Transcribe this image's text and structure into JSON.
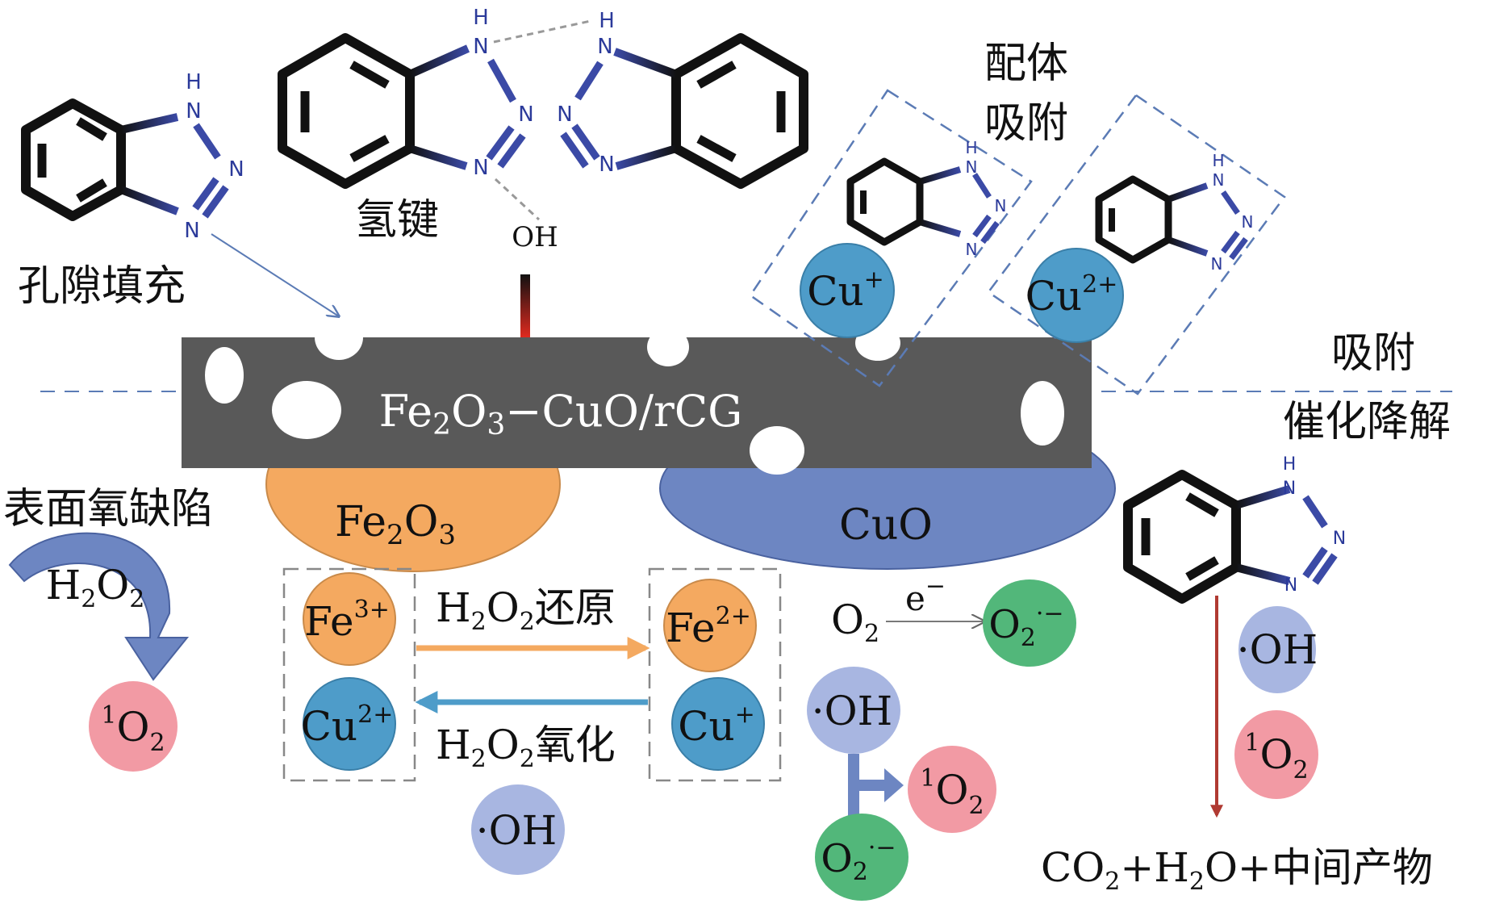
{
  "labels": {
    "pore_filling": "孔隙填充",
    "hydrogen_bond": "氢键",
    "ligand_adsorption_line1": "配体",
    "ligand_adsorption_line2": "吸附",
    "adsorption": "吸附",
    "catalytic_degradation": "催化降解",
    "surface_oxygen_vacancy": "表面氧缺陷",
    "h2o2_reduction": "还原",
    "h2o2_oxidation": "氧化",
    "products_suffix": "中间产物"
  },
  "formulas": {
    "substrate": "Fe2O3−CuO/rCG",
    "fe2o3": "Fe2O3",
    "cuo": "CuO",
    "h2o2": "H2O2",
    "singlet_oxygen": "1O2",
    "hydroxyl_radical": "·OH",
    "superoxide": "O2·−",
    "oxygen": "O2",
    "electron": "e−",
    "fe3": "Fe3+",
    "fe2": "Fe2+",
    "cu2": "Cu2+",
    "cu1": "Cu+",
    "products": "CO2+H2O+中间产物"
  },
  "atoms": {
    "h": "H",
    "n": "N",
    "oh": "OH"
  },
  "colors": {
    "substrate": "#595959",
    "fe2o3": "#f4a960",
    "cuo": "#6d86c2",
    "copper_ion": "#4e9cc9",
    "hydroxyl": "#a8b6e1",
    "singlet_oxygen": "#f29aa4",
    "superoxide": "#52b77a",
    "bond_blue": "#3b4aa6",
    "arrow_orange": "#f4a960",
    "arrow_blue": "#4e9cc9",
    "arrow_red": "#b03a32",
    "curved_arrow": "#6d86c2"
  }
}
